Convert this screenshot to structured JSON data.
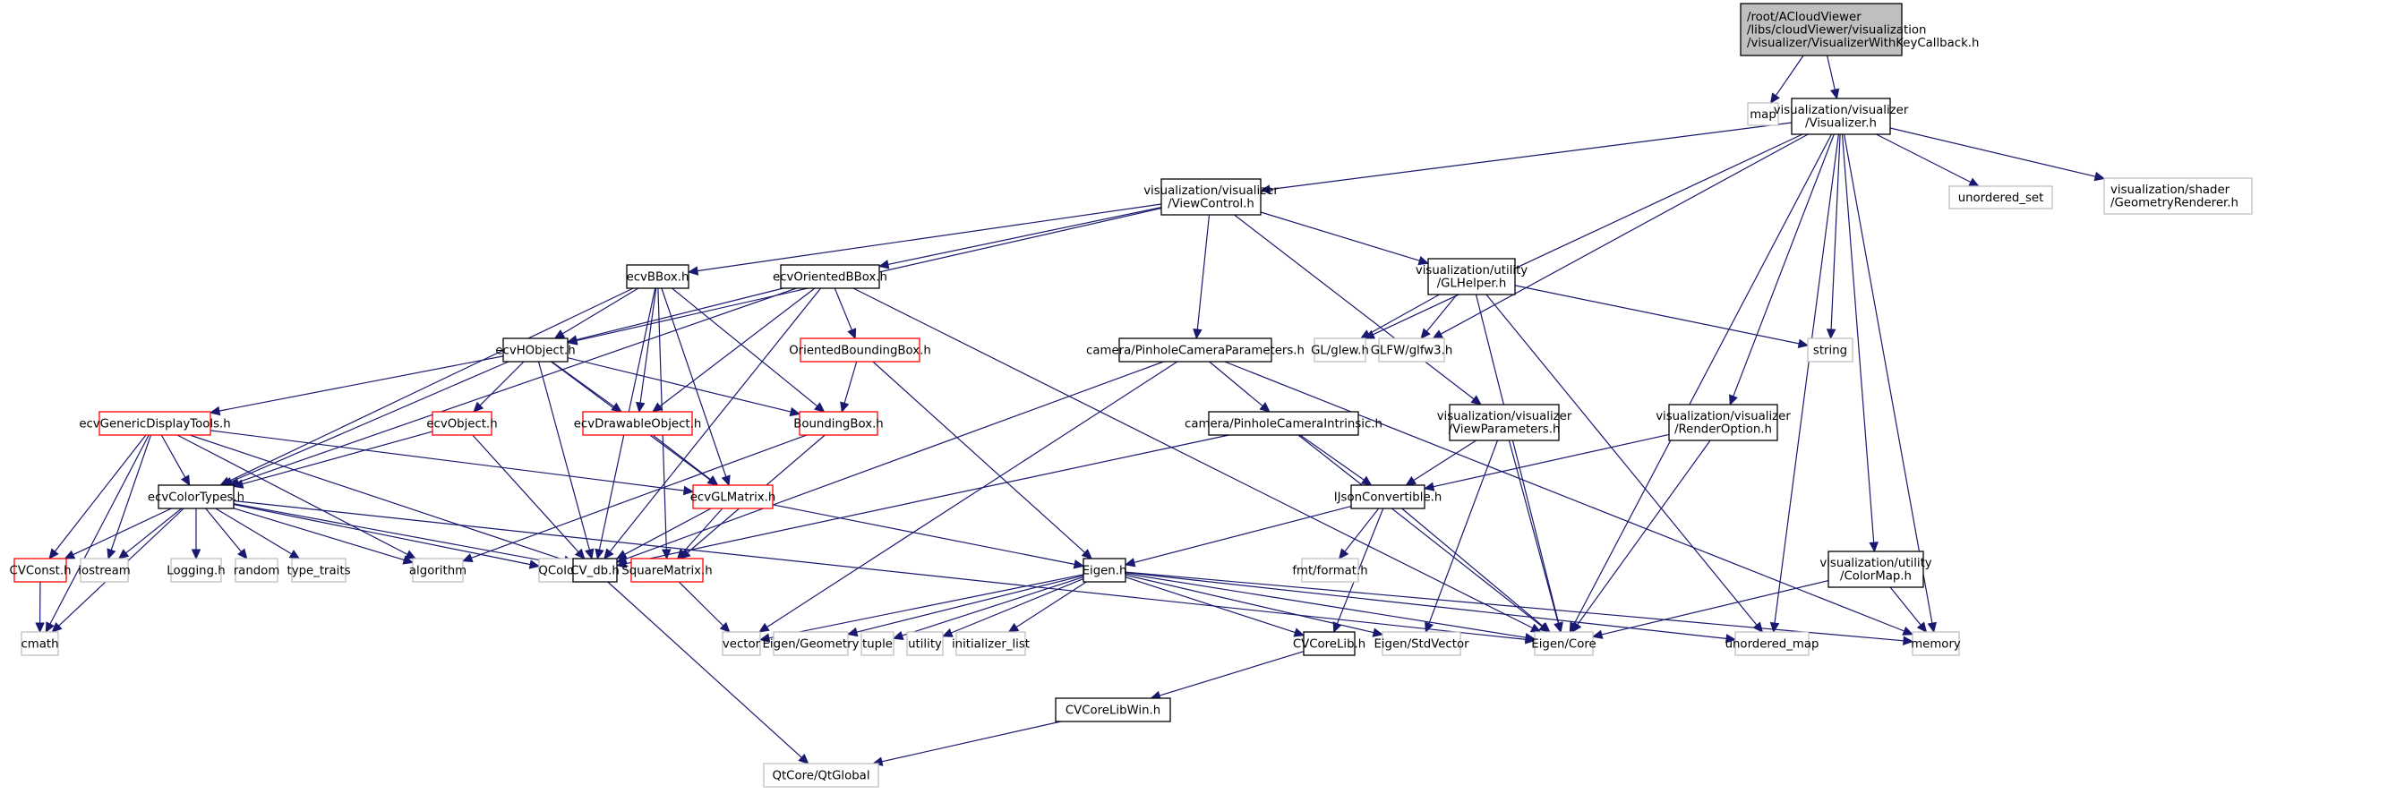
{
  "diagram": {
    "type": "include-dependency-graph",
    "colors": {
      "edge": "#191970",
      "root_fill": "#bfbfbf",
      "root_border": "#000000",
      "documented_border": "#000000",
      "truncated_border": "#ff0000",
      "external_border": "#bfbfbf",
      "node_fill": "#ffffff",
      "text": "#000000"
    },
    "nodes": [
      {
        "id": "root",
        "lines": [
          "/root/ACloudViewer",
          "/libs/cloudViewer/visualization",
          "/visualizer/VisualizerWithKeyCallback.h"
        ],
        "kind": "root"
      },
      {
        "id": "map",
        "lines": [
          "map"
        ],
        "kind": "external"
      },
      {
        "id": "visualizer",
        "lines": [
          "visualization/visualizer",
          "/Visualizer.h"
        ],
        "kind": "documented"
      },
      {
        "id": "viewcontrol",
        "lines": [
          "visualization/visualizer",
          "/ViewControl.h"
        ],
        "kind": "documented"
      },
      {
        "id": "unordered_set",
        "lines": [
          "unordered_set"
        ],
        "kind": "external"
      },
      {
        "id": "geomrenderer",
        "lines": [
          "visualization/shader",
          "/GeometryRenderer.h"
        ],
        "kind": "external"
      },
      {
        "id": "ecvbbox",
        "lines": [
          "ecvBBox.h"
        ],
        "kind": "documented"
      },
      {
        "id": "ecvorientedbbox",
        "lines": [
          "ecvOrientedBBox.h"
        ],
        "kind": "documented"
      },
      {
        "id": "glhelper",
        "lines": [
          "visualization/utility",
          "/GLHelper.h"
        ],
        "kind": "documented"
      },
      {
        "id": "ecvhobject",
        "lines": [
          "ecvHObject.h"
        ],
        "kind": "documented"
      },
      {
        "id": "orientedboundingbox",
        "lines": [
          "OrientedBoundingBox.h"
        ],
        "kind": "truncated"
      },
      {
        "id": "pinholeparams",
        "lines": [
          "camera/PinholeCameraParameters.h"
        ],
        "kind": "documented"
      },
      {
        "id": "glew",
        "lines": [
          "GL/glew.h"
        ],
        "kind": "external"
      },
      {
        "id": "glfw3",
        "lines": [
          "GLFW/glfw3.h"
        ],
        "kind": "external"
      },
      {
        "id": "string",
        "lines": [
          "string"
        ],
        "kind": "external"
      },
      {
        "id": "ecvgenericdisplaytools",
        "lines": [
          "ecvGenericDisplayTools.h"
        ],
        "kind": "truncated"
      },
      {
        "id": "ecvobject",
        "lines": [
          "ecvObject.h"
        ],
        "kind": "truncated"
      },
      {
        "id": "ecvdrawableobject",
        "lines": [
          "ecvDrawableObject.h"
        ],
        "kind": "truncated"
      },
      {
        "id": "boundingbox",
        "lines": [
          "BoundingBox.h"
        ],
        "kind": "truncated"
      },
      {
        "id": "pinholeintrinsic",
        "lines": [
          "camera/PinholeCameraIntrinsic.h"
        ],
        "kind": "documented"
      },
      {
        "id": "viewparameters",
        "lines": [
          "visualization/visualizer",
          "/ViewParameters.h"
        ],
        "kind": "documented"
      },
      {
        "id": "renderoption",
        "lines": [
          "visualization/visualizer",
          "/RenderOption.h"
        ],
        "kind": "documented"
      },
      {
        "id": "ecvcolortypes",
        "lines": [
          "ecvColorTypes.h"
        ],
        "kind": "documented"
      },
      {
        "id": "ecvglmatrix",
        "lines": [
          "ecvGLMatrix.h"
        ],
        "kind": "truncated"
      },
      {
        "id": "ijsonconvertible",
        "lines": [
          "IJsonConvertible.h"
        ],
        "kind": "documented"
      },
      {
        "id": "cvconst",
        "lines": [
          "CVConst.h"
        ],
        "kind": "truncated"
      },
      {
        "id": "iostream",
        "lines": [
          "iostream"
        ],
        "kind": "external"
      },
      {
        "id": "logging",
        "lines": [
          "Logging.h"
        ],
        "kind": "external"
      },
      {
        "id": "random",
        "lines": [
          "random"
        ],
        "kind": "external"
      },
      {
        "id": "type_traits",
        "lines": [
          "type_traits"
        ],
        "kind": "external"
      },
      {
        "id": "qcolor",
        "lines": [
          "QColor"
        ],
        "kind": "external"
      },
      {
        "id": "algorithm",
        "lines": [
          "algorithm"
        ],
        "kind": "external"
      },
      {
        "id": "cv_db",
        "lines": [
          "CV_db.h"
        ],
        "kind": "documented"
      },
      {
        "id": "squarematrix",
        "lines": [
          "SquareMatrix.h"
        ],
        "kind": "truncated"
      },
      {
        "id": "eigen",
        "lines": [
          "Eigen.h"
        ],
        "kind": "documented"
      },
      {
        "id": "fmtformat",
        "lines": [
          "fmt/format.h"
        ],
        "kind": "external"
      },
      {
        "id": "colormap",
        "lines": [
          "visualization/utility",
          "/ColorMap.h"
        ],
        "kind": "documented"
      },
      {
        "id": "cmath",
        "lines": [
          "cmath"
        ],
        "kind": "external"
      },
      {
        "id": "vector",
        "lines": [
          "vector"
        ],
        "kind": "external"
      },
      {
        "id": "eigengeometry",
        "lines": [
          "Eigen/Geometry"
        ],
        "kind": "external"
      },
      {
        "id": "tuple",
        "lines": [
          "tuple"
        ],
        "kind": "external"
      },
      {
        "id": "utility",
        "lines": [
          "utility"
        ],
        "kind": "external"
      },
      {
        "id": "initializer_list",
        "lines": [
          "initializer_list"
        ],
        "kind": "external"
      },
      {
        "id": "cvcorelib",
        "lines": [
          "CVCoreLib.h"
        ],
        "kind": "documented"
      },
      {
        "id": "eigenstdvector",
        "lines": [
          "Eigen/StdVector"
        ],
        "kind": "external"
      },
      {
        "id": "eigencore",
        "lines": [
          "Eigen/Core"
        ],
        "kind": "external"
      },
      {
        "id": "unordered_map",
        "lines": [
          "unordered_map"
        ],
        "kind": "external"
      },
      {
        "id": "memory",
        "lines": [
          "memory"
        ],
        "kind": "external"
      },
      {
        "id": "cvcorelibwin",
        "lines": [
          "CVCoreLibWin.h"
        ],
        "kind": "documented"
      },
      {
        "id": "qtglobal",
        "lines": [
          "QtCore/QtGlobal"
        ],
        "kind": "external"
      }
    ],
    "edges": [
      [
        "root",
        "map"
      ],
      [
        "root",
        "visualizer"
      ],
      [
        "visualizer",
        "viewcontrol"
      ],
      [
        "visualizer",
        "glew"
      ],
      [
        "visualizer",
        "glfw3"
      ],
      [
        "visualizer",
        "string"
      ],
      [
        "visualizer",
        "renderoption"
      ],
      [
        "visualizer",
        "eigencore"
      ],
      [
        "visualizer",
        "colormap"
      ],
      [
        "visualizer",
        "unordered_map"
      ],
      [
        "visualizer",
        "memory"
      ],
      [
        "visualizer",
        "unordered_set"
      ],
      [
        "visualizer",
        "geomrenderer"
      ],
      [
        "viewcontrol",
        "ecvbbox"
      ],
      [
        "viewcontrol",
        "ecvorientedbbox"
      ],
      [
        "viewcontrol",
        "ecvhobject"
      ],
      [
        "viewcontrol",
        "pinholeparams"
      ],
      [
        "viewcontrol",
        "viewparameters"
      ],
      [
        "viewcontrol",
        "glhelper"
      ],
      [
        "glhelper",
        "glew"
      ],
      [
        "glhelper",
        "glfw3"
      ],
      [
        "glhelper",
        "string"
      ],
      [
        "glhelper",
        "eigencore"
      ],
      [
        "glhelper",
        "unordered_map"
      ],
      [
        "ecvbbox",
        "ecvcolortypes"
      ],
      [
        "ecvbbox",
        "ecvhobject"
      ],
      [
        "ecvbbox",
        "ecvdrawableobject"
      ],
      [
        "ecvbbox",
        "boundingbox"
      ],
      [
        "ecvbbox",
        "ecvglmatrix"
      ],
      [
        "ecvbbox",
        "squarematrix"
      ],
      [
        "ecvbbox",
        "cv_db"
      ],
      [
        "ecvorientedbbox",
        "ecvhobject"
      ],
      [
        "ecvorientedbbox",
        "ecvcolortypes"
      ],
      [
        "ecvorientedbbox",
        "ecvdrawableobject"
      ],
      [
        "ecvorientedbbox",
        "orientedboundingbox"
      ],
      [
        "ecvorientedbbox",
        "cv_db"
      ],
      [
        "ecvorientedbbox",
        "eigencore"
      ],
      [
        "ecvhobject",
        "ecvgenericdisplaytools"
      ],
      [
        "ecvhobject",
        "ecvobject"
      ],
      [
        "ecvhobject",
        "ecvdrawableobject"
      ],
      [
        "ecvhobject",
        "boundingbox"
      ],
      [
        "ecvhobject",
        "ecvcolortypes"
      ],
      [
        "ecvhobject",
        "ecvglmatrix"
      ],
      [
        "ecvhobject",
        "cv_db"
      ],
      [
        "orientedboundingbox",
        "boundingbox"
      ],
      [
        "orientedboundingbox",
        "eigen"
      ],
      [
        "pinholeparams",
        "pinholeintrinsic"
      ],
      [
        "pinholeparams",
        "cv_db"
      ],
      [
        "pinholeparams",
        "vector"
      ],
      [
        "pinholeparams",
        "memory"
      ],
      [
        "ecvgenericdisplaytools",
        "ecvcolortypes"
      ],
      [
        "ecvgenericdisplaytools",
        "ecvglmatrix"
      ],
      [
        "ecvgenericdisplaytools",
        "cvconst"
      ],
      [
        "ecvgenericdisplaytools",
        "iostream"
      ],
      [
        "ecvgenericdisplaytools",
        "cmath"
      ],
      [
        "ecvgenericdisplaytools",
        "algorithm"
      ],
      [
        "ecvgenericdisplaytools",
        "cv_db"
      ],
      [
        "ecvobject",
        "ecvcolortypes"
      ],
      [
        "ecvobject",
        "cv_db"
      ],
      [
        "ecvdrawableobject",
        "ecvglmatrix"
      ],
      [
        "boundingbox",
        "squarematrix"
      ],
      [
        "boundingbox",
        "algorithm"
      ],
      [
        "pinholeintrinsic",
        "ijsonconvertible"
      ],
      [
        "pinholeintrinsic",
        "cv_db"
      ],
      [
        "pinholeintrinsic",
        "eigencore"
      ],
      [
        "viewparameters",
        "ijsonconvertible"
      ],
      [
        "viewparameters",
        "eigenstdvector"
      ],
      [
        "viewparameters",
        "eigencore"
      ],
      [
        "renderoption",
        "ijsonconvertible"
      ],
      [
        "renderoption",
        "eigencore"
      ],
      [
        "ecvcolortypes",
        "cvconst"
      ],
      [
        "ecvcolortypes",
        "iostream"
      ],
      [
        "ecvcolortypes",
        "cmath"
      ],
      [
        "ecvcolortypes",
        "logging"
      ],
      [
        "ecvcolortypes",
        "random"
      ],
      [
        "ecvcolortypes",
        "type_traits"
      ],
      [
        "ecvcolortypes",
        "qcolor"
      ],
      [
        "ecvcolortypes",
        "algorithm"
      ],
      [
        "ecvcolortypes",
        "cv_db"
      ],
      [
        "ecvcolortypes",
        "eigencore"
      ],
      [
        "ecvglmatrix",
        "cv_db"
      ],
      [
        "ecvglmatrix",
        "squarematrix"
      ],
      [
        "ecvglmatrix",
        "eigen"
      ],
      [
        "ijsonconvertible",
        "eigen"
      ],
      [
        "ijsonconvertible",
        "fmtformat"
      ],
      [
        "ijsonconvertible",
        "cvcorelib"
      ],
      [
        "ijsonconvertible",
        "eigencore"
      ],
      [
        "cvconst",
        "cmath"
      ],
      [
        "cv_db",
        "qtglobal"
      ],
      [
        "squarematrix",
        "vector"
      ],
      [
        "eigen",
        "vector"
      ],
      [
        "eigen",
        "eigengeometry"
      ],
      [
        "eigen",
        "tuple"
      ],
      [
        "eigen",
        "utility"
      ],
      [
        "eigen",
        "initializer_list"
      ],
      [
        "eigen",
        "cvcorelib"
      ],
      [
        "eigen",
        "eigenstdvector"
      ],
      [
        "eigen",
        "eigencore"
      ],
      [
        "eigen",
        "unordered_map"
      ],
      [
        "eigen",
        "memory"
      ],
      [
        "colormap",
        "eigencore"
      ],
      [
        "colormap",
        "memory"
      ],
      [
        "cvcorelib",
        "cvcorelibwin"
      ],
      [
        "cvcorelibwin",
        "qtglobal"
      ]
    ]
  }
}
